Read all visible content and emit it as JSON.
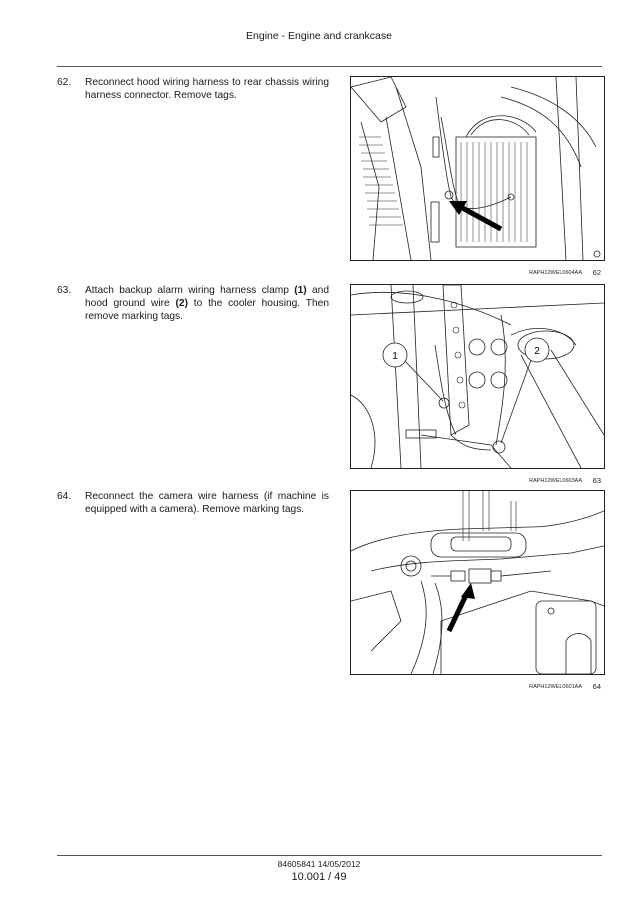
{
  "header": {
    "title": "Engine - Engine and crankcase"
  },
  "steps": [
    {
      "number": "62.",
      "text": "Reconnect hood wiring harness to rear chassis wiring harness connector. Remove tags.",
      "figure_code": "RAPH12WEL0604AA",
      "figure_number": "62"
    },
    {
      "number": "63.",
      "text_parts": [
        "Attach backup alarm wiring harness clamp ",
        "(1)",
        " and hood ground wire ",
        "(2)",
        " to the cooler housing.  Then remove marking tags."
      ],
      "figure_code": "RAPH12WEL0603AA",
      "figure_number": "63",
      "callouts": [
        "1",
        "2"
      ]
    },
    {
      "number": "64.",
      "text": "Reconnect the camera wire harness (if machine is equipped with a camera). Remove marking tags.",
      "figure_code": "RAPH12WEL0601AA",
      "figure_number": "64"
    }
  ],
  "footer": {
    "doc": "84605841 14/05/2012",
    "page": "10.001 / 49"
  }
}
